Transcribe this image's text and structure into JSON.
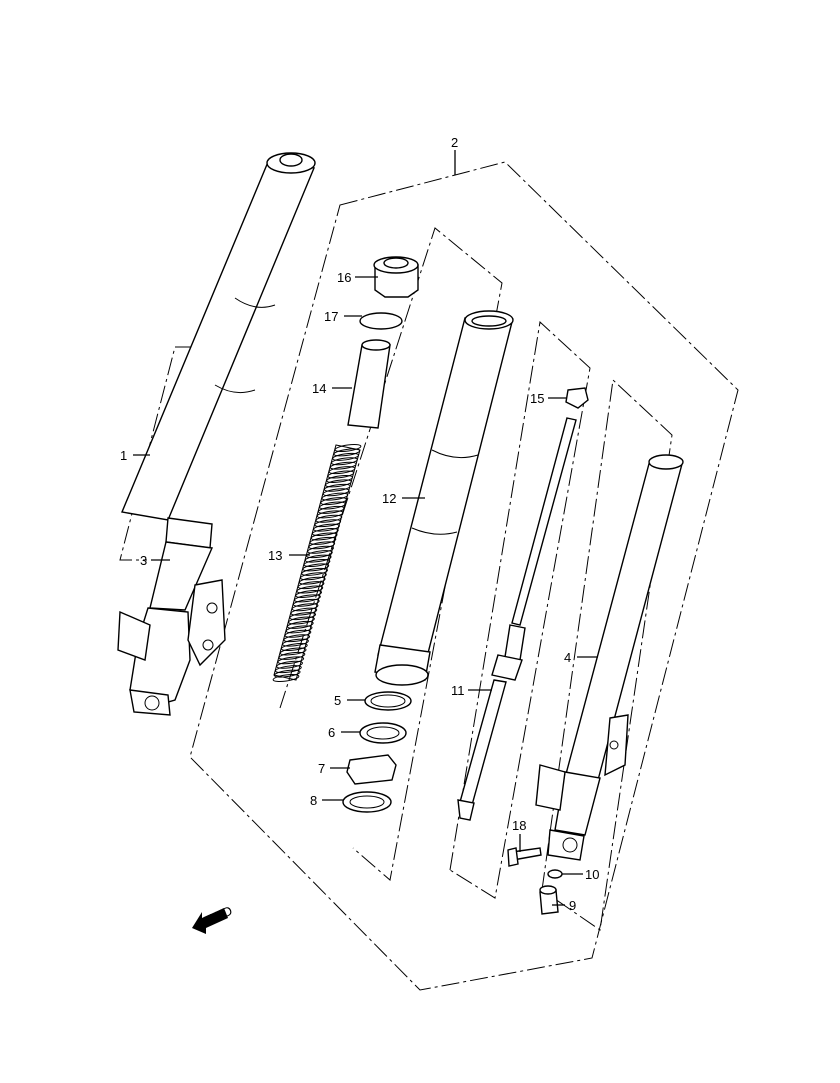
{
  "callouts": {
    "c1": "1",
    "c2": "2",
    "c3": "3",
    "c4": "4",
    "c5": "5",
    "c6": "6",
    "c7": "7",
    "c8": "8",
    "c9": "9",
    "c10": "10",
    "c11": "11",
    "c12": "12",
    "c13": "13",
    "c14": "14",
    "c15": "15",
    "c16": "16",
    "c17": "17",
    "c18": "18"
  },
  "fwd_label": "FWD"
}
